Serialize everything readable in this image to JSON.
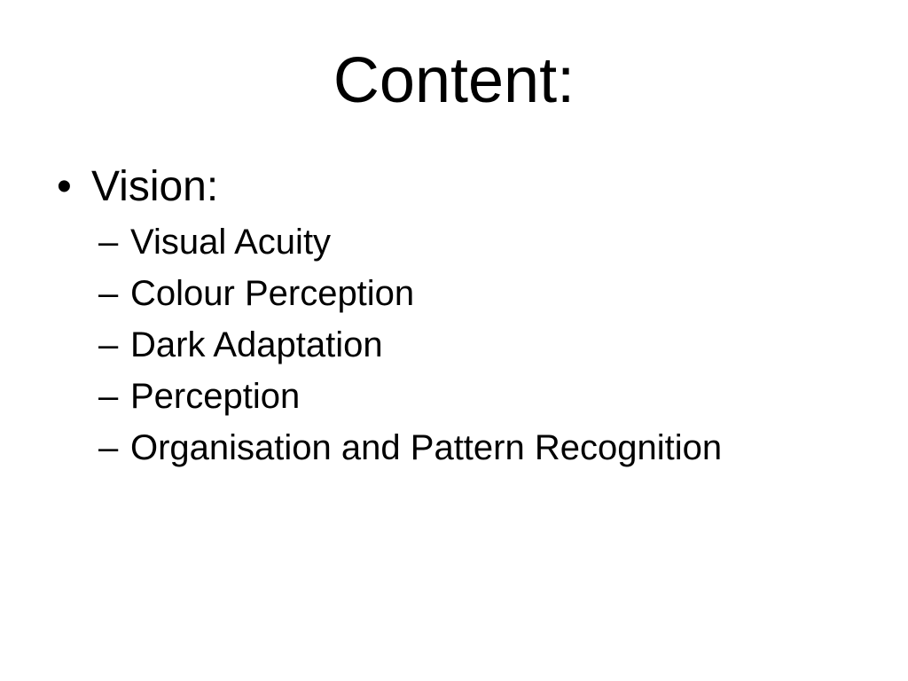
{
  "slide": {
    "title": "Content:",
    "colors": {
      "background": "#ffffff",
      "text": "#000000"
    },
    "bullet_glyph": "•",
    "dash_glyph": "–",
    "bullets": [
      {
        "text": "Vision:",
        "children": [
          {
            "text": "Visual Acuity"
          },
          {
            "text": "Colour Perception"
          },
          {
            "text": "Dark Adaptation"
          },
          {
            "text": "Perception"
          },
          {
            "text": "Organisation and Pattern Recognition"
          }
        ]
      }
    ]
  }
}
